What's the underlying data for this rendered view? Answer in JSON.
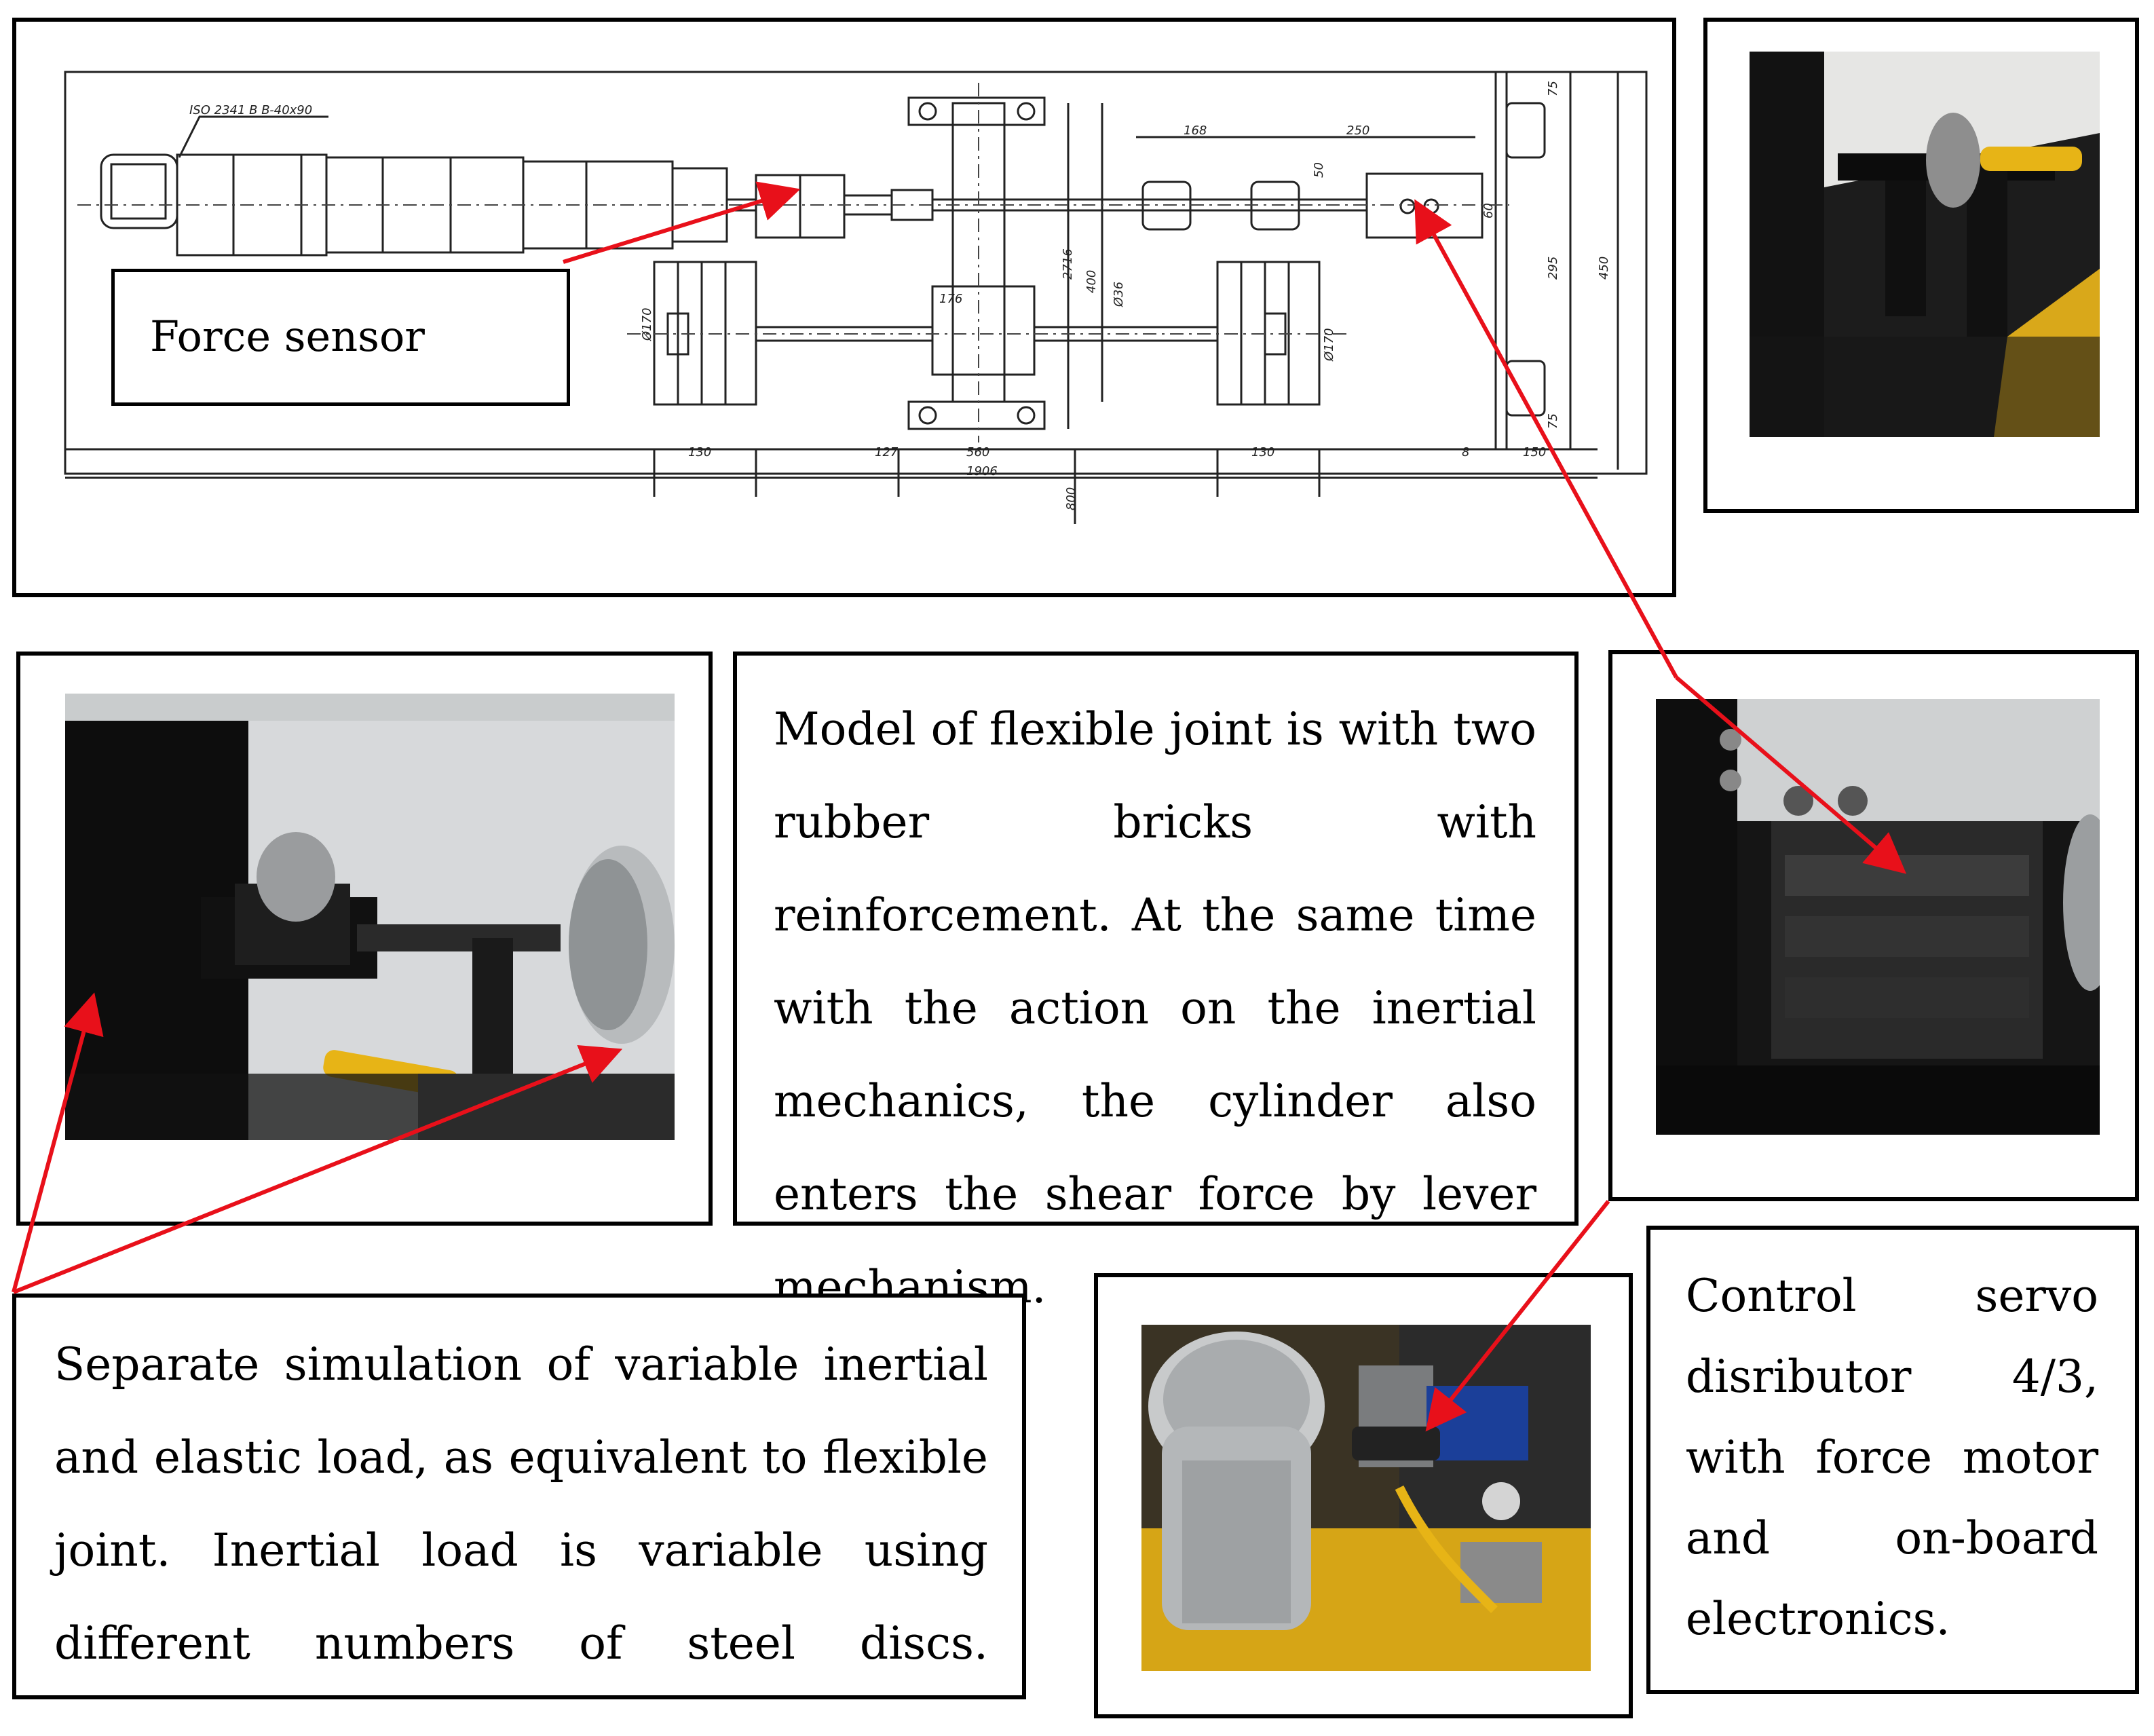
{
  "drawing": {
    "standard_label": "ISO 2341 B B-40x90",
    "force_sensor_label": "Force sensor",
    "dimensions": {
      "bottom_130_left": "130",
      "bottom_127": "127",
      "bottom_560": "560",
      "bottom_130_right": "130",
      "bottom_8": "8",
      "bottom_150": "150",
      "overall_1906": "1906",
      "top_168": "168",
      "top_250": "250",
      "right_75_top": "75",
      "right_295": "295",
      "right_450": "450",
      "right_75_bottom": "75",
      "right_50": "50",
      "right_60": "60",
      "height_400": "400",
      "height_2716": "2716",
      "dia_170_left": "Ø170",
      "dia_170_right": "Ø170",
      "dia_36": "Ø36",
      "block_176": "176",
      "vert_800": "800"
    }
  },
  "texts": {
    "flexible_joint": "Model of flexible joint is with two rubber bricks with reinforcement. At the same time with the action on the inertial mechanics, the cylinder also enters the shear force by lever mechanism.",
    "separate_simulation": "Separate simulation of variable inertial and elastic load, as equivalent to flexible joint. Inertial load is variable using different numbers of steel discs.",
    "control_servo": "Control servo disributor 4/3, with force motor and on-board electronics."
  },
  "colors": {
    "arrow": "#e8101a",
    "frame": "#000000",
    "machine_yellow": "#e7b416"
  }
}
